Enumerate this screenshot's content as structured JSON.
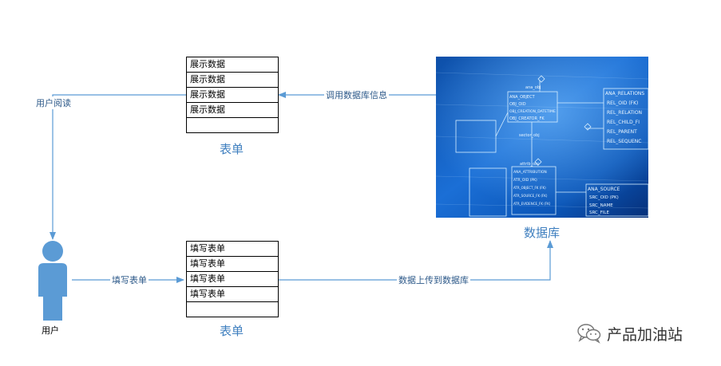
{
  "top_form": {
    "rows": [
      "展示数据",
      "展示数据",
      "展示数据",
      "展示数据",
      ""
    ],
    "caption": "表单"
  },
  "bottom_form": {
    "rows": [
      "填写表单",
      "填写表单",
      "填写表单",
      "填写表单",
      ""
    ],
    "caption": "表单"
  },
  "database": {
    "caption": "数据库",
    "image_text": [
      "ANA_RELATIONS",
      "REL_OID (FK)",
      "REL_RELATION",
      "REL_CHILD_FI",
      "REL_PARENT",
      "REL_SEQUENC",
      "ANA_OBJECT",
      "OBJ_OID",
      "OBJ_CREATION_DATETIME",
      "OBJ_CREATOR_FK",
      "ANA_SOURCE",
      "SRC_OID (PK)",
      "SRC_NAME",
      "SRC_FILE",
      "ANA_ATTRIBUTION",
      "ATR_OID (PK)",
      "ATR_OBJECT_FK (FK)",
      "ATR_SOURCE_FK (FK)",
      "ATR_EVIDENCE_FK (FK)",
      "ana_obj",
      "attrib_obj",
      "sector_obj"
    ]
  },
  "edges": {
    "user_read": "用户阅读",
    "call_db": "调用数据库信息",
    "fill_form": "填写表单",
    "upload_db": "数据上传到数据库"
  },
  "user": {
    "label": "用户"
  },
  "watermark": {
    "text": "产品加油站"
  },
  "colors": {
    "arrow": "#5b9bd5",
    "caption": "#3f7fbf",
    "user_fill": "#5b9bd5"
  }
}
